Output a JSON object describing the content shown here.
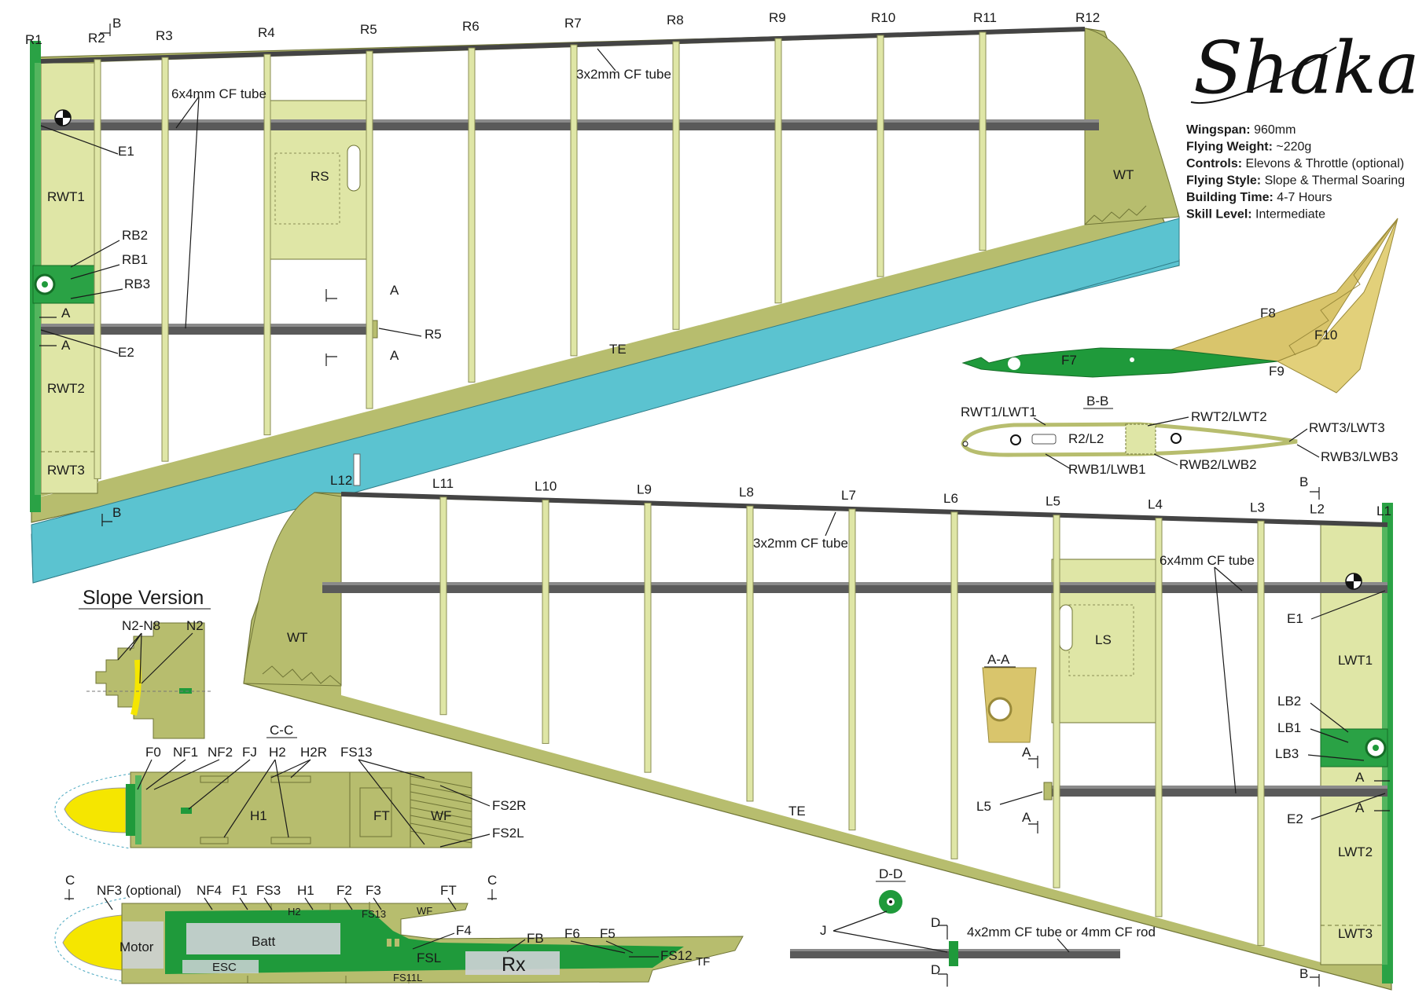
{
  "title": "Shaka",
  "specs": [
    {
      "label": "Wingspan:",
      "value": "960mm"
    },
    {
      "label": "Flying Weight:",
      "value": "~220g"
    },
    {
      "label": "Controls:",
      "value": "Elevons & Throttle (optional)"
    },
    {
      "label": "Flying Style:",
      "value": "Slope & Thermal Soaring"
    },
    {
      "label": "Building Time:",
      "value": "4-7 Hours"
    },
    {
      "label": "Skill Level:",
      "value": "Intermediate"
    }
  ],
  "right_wing": {
    "ribs": [
      "R1",
      "R2",
      "R3",
      "R4",
      "R5",
      "R6",
      "R7",
      "R8",
      "R9",
      "R10",
      "R11",
      "R12"
    ],
    "parts": {
      "rwt1": "RWT1",
      "rwt2": "RWT2",
      "rwt3": "RWT3",
      "rs": "RS",
      "wt": "WT",
      "te": "TE",
      "rb2": "RB2",
      "rb1": "RB1",
      "rb3": "RB3",
      "e1": "E1",
      "e2": "E2",
      "r5": "R5"
    },
    "tube_main": "6x4mm CF tube",
    "tube_le": "3x2mm CF tube",
    "cut_a": "A",
    "cut_b": "B"
  },
  "left_wing": {
    "ribs": [
      "L12",
      "L11",
      "L10",
      "L9",
      "L8",
      "L7",
      "L6",
      "L5",
      "L4",
      "L3",
      "L2",
      "L1"
    ],
    "parts": {
      "lwt1": "LWT1",
      "lwt2": "LWT2",
      "lwt3": "LWT3",
      "ls": "LS",
      "wt": "WT",
      "te": "TE",
      "lb2": "LB2",
      "lb1": "LB1",
      "lb3": "LB3",
      "e1": "E1",
      "e2": "E2",
      "l5": "L5"
    },
    "tube_main": "6x4mm CF tube",
    "tube_le": "3x2mm CF tube",
    "cut_a": "A",
    "cut_b": "B"
  },
  "fin": {
    "f7": "F7",
    "f8": "F8",
    "f9": "F9",
    "f10": "F10"
  },
  "section_bb": {
    "title": "B-B",
    "rwt1": "RWT1/LWT1",
    "rwt2": "RWT2/LWT2",
    "rwt3": "RWT3/LWT3",
    "rwb3": "RWB3/LWB3",
    "rwb1": "RWB1/LWB1",
    "rwb2": "RWB2/LWB2",
    "r2": "R2/L2"
  },
  "section_aa": {
    "title": "A-A"
  },
  "section_dd": {
    "title": "D-D",
    "j": "J",
    "d": "D",
    "rod": "4x2mm CF tube or 4mm CF rod"
  },
  "slope": {
    "title": "Slope Version",
    "n2n8": "N2-N8",
    "n2": "N2"
  },
  "section_cc": {
    "title": "C-C",
    "labels": [
      "F0",
      "NF1",
      "NF2",
      "FJ",
      "H2",
      "H2R",
      "FS13"
    ],
    "fs2r": "FS2R",
    "fs2l": "FS2L",
    "h1": "H1",
    "ft": "FT",
    "wf": "WF"
  },
  "fuselage": {
    "top_labels": [
      "NF3 (optional)",
      "NF4",
      "F1",
      "FS3",
      "H1",
      "F2",
      "F3",
      "FT"
    ],
    "c": "C",
    "f4": "F4",
    "fb": "FB",
    "f6": "F6",
    "f5": "F5",
    "fs12": "FS12",
    "motor": "Motor",
    "batt": "Batt",
    "esc": "ESC",
    "rx": "Rx",
    "fsl": "FSL",
    "fs11l": "FS11L",
    "h2": "H2",
    "fs13": "FS13",
    "wf": "WF",
    "tf": "TF"
  },
  "colors": {
    "balsa": "#b7bd6e",
    "balsa_light": "#dfe6a6",
    "elevon": "#5bc3d0",
    "green": "#1f9a3b",
    "tube": "#5a5a5a",
    "fin": "#d9c56c",
    "nose": "#f5e600"
  }
}
